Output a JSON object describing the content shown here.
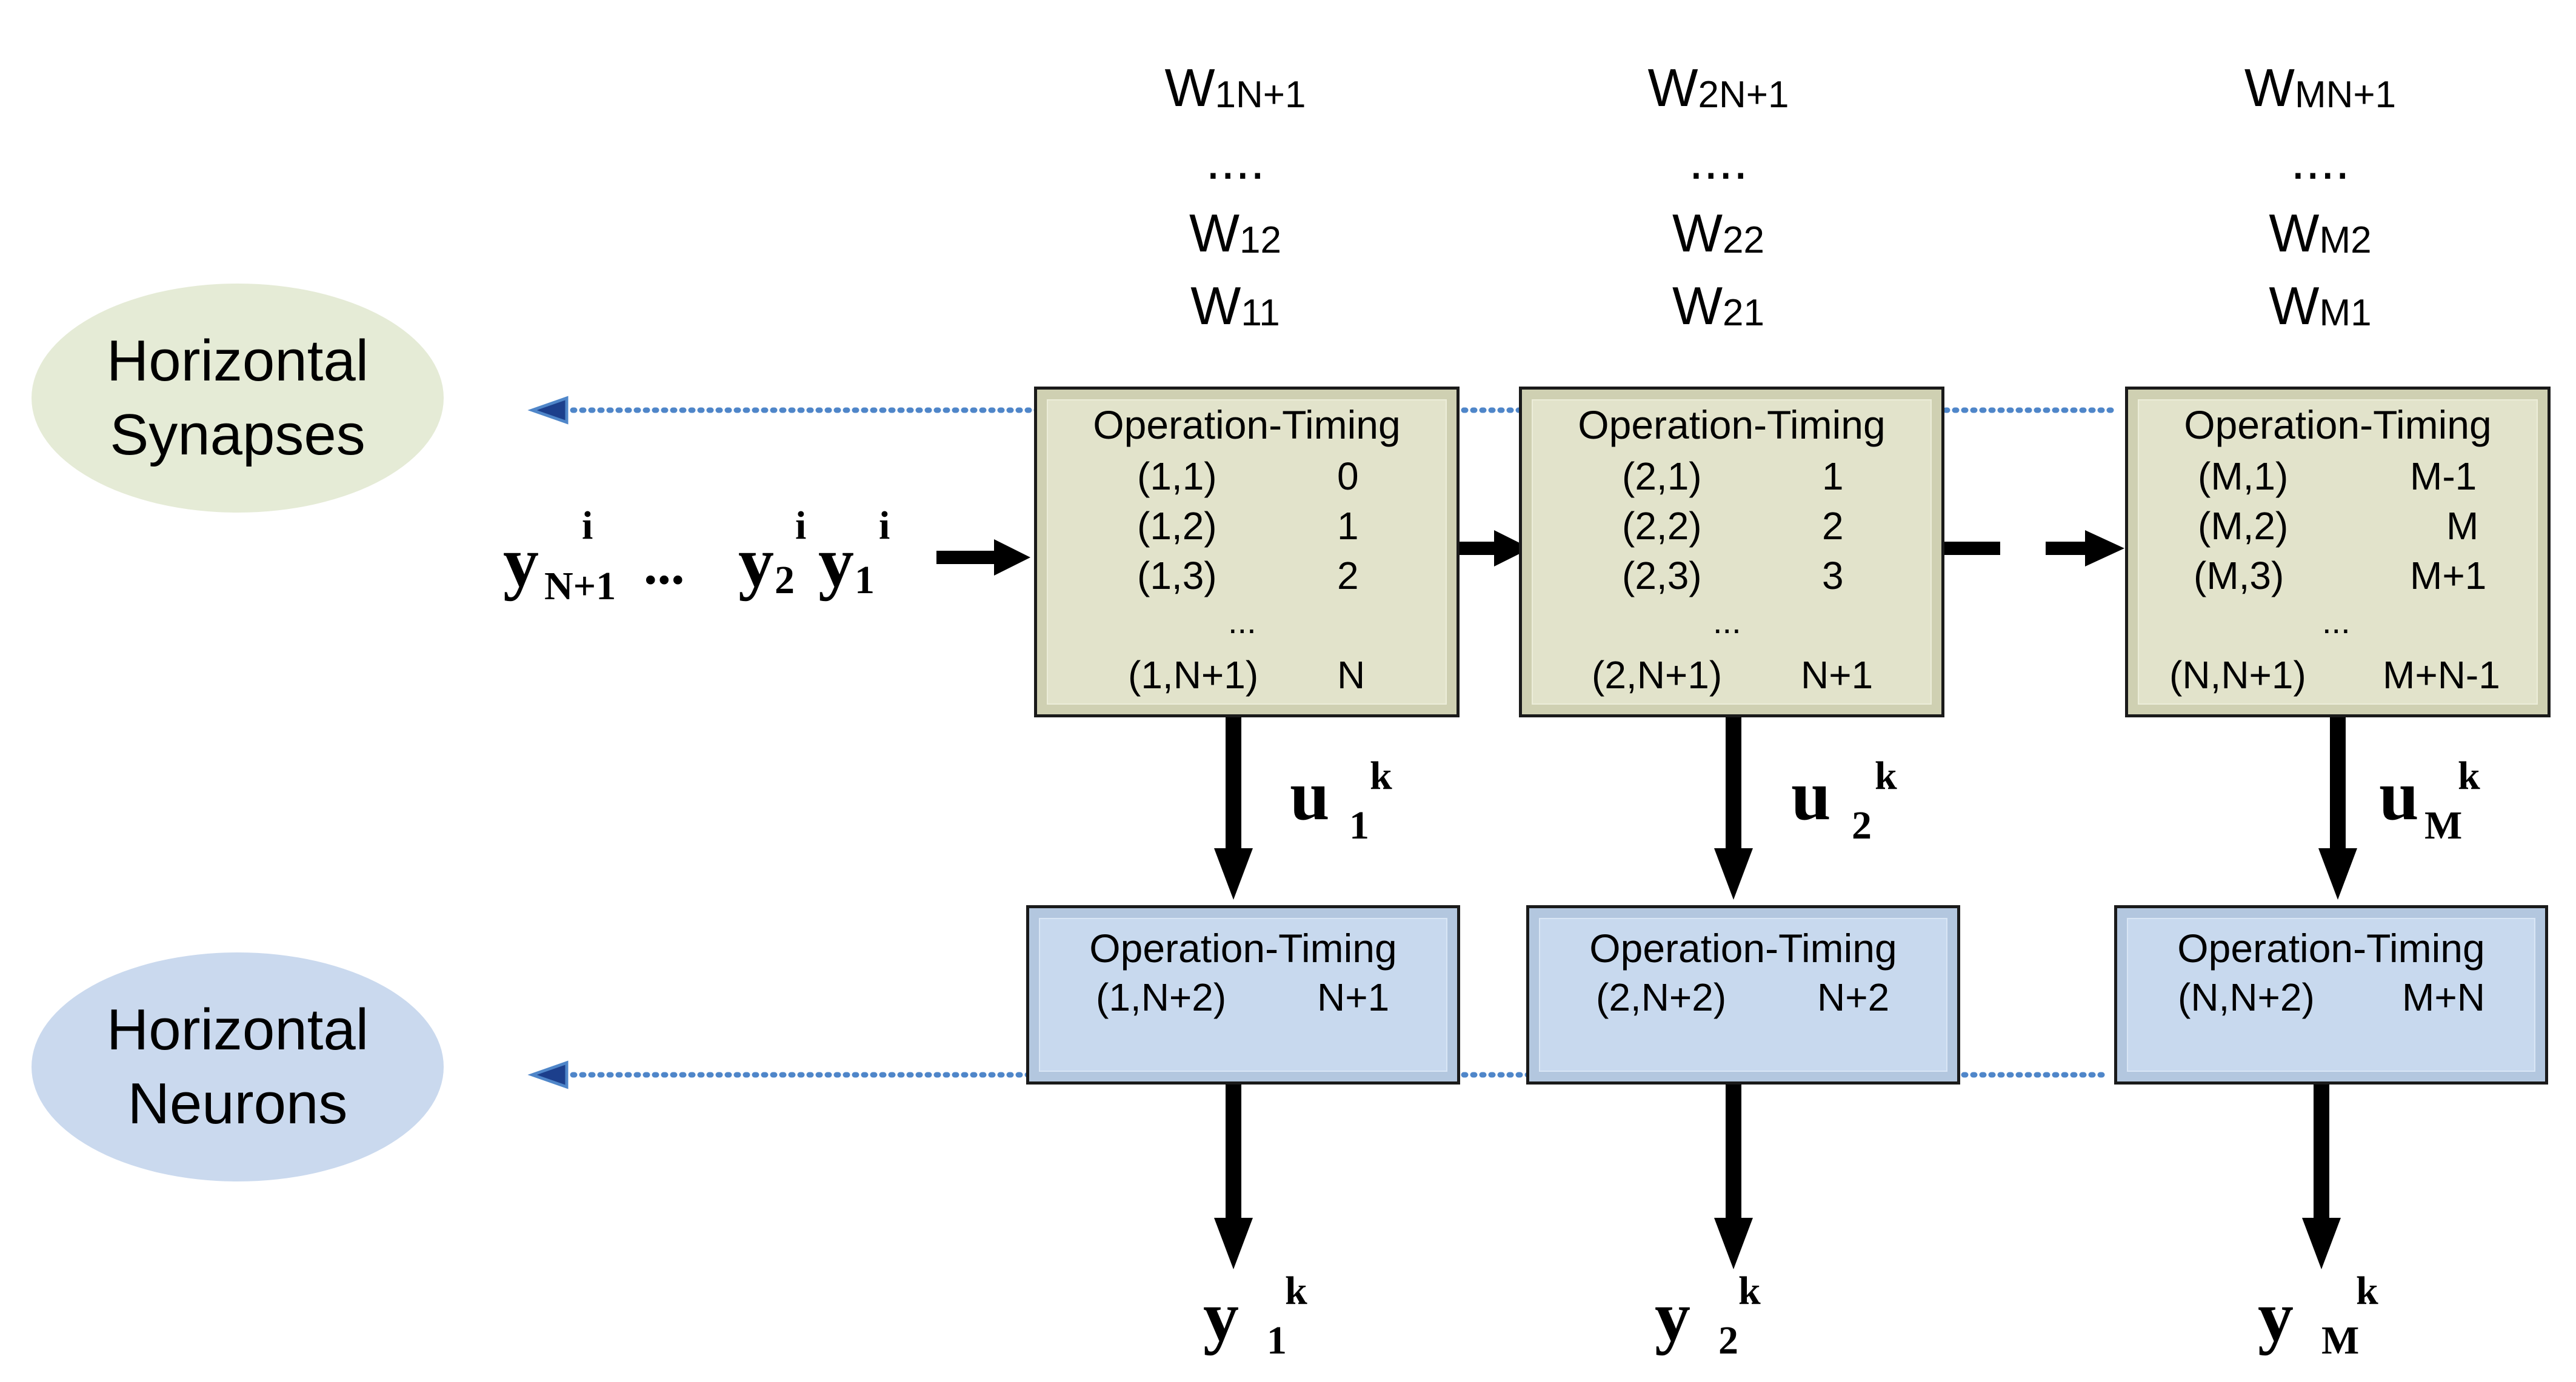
{
  "weights": [
    {
      "top": {
        "base": "W",
        "sub": "1N+1"
      },
      "dots": "....",
      "mid": {
        "base": "W",
        "sub": "12"
      },
      "bot": {
        "base": "W",
        "sub": "11"
      }
    },
    {
      "top": {
        "base": "W",
        "sub": "2N+1"
      },
      "dots": "....",
      "mid": {
        "base": "W",
        "sub": "22"
      },
      "bot": {
        "base": "W",
        "sub": "21"
      }
    },
    {
      "top": {
        "base": "W",
        "sub": "MN+1"
      },
      "dots": "....",
      "mid": {
        "base": "W",
        "sub": "M2"
      },
      "bot": {
        "base": "W",
        "sub": "M1"
      }
    }
  ],
  "labels": {
    "synapses_line1": "Horizontal",
    "synapses_line2": "Synapses",
    "neurons_line1": "Horizontal",
    "neurons_line2": "Neurons"
  },
  "input": {
    "y_base": "y",
    "y_sub_n1": "N+1",
    "sup_i": "i",
    "ellipsis": "...",
    "y_sub_2": "2",
    "y_sub_1": "1"
  },
  "synapse_boxes": [
    {
      "header": "Operation-Timing",
      "rows": [
        [
          "(1,1)",
          "0"
        ],
        [
          "(1,2)",
          "1"
        ],
        [
          "(1,3)",
          "2"
        ]
      ],
      "dots": "...",
      "last": [
        "(1,N+1)",
        "N"
      ]
    },
    {
      "header": "Operation-Timing",
      "rows": [
        [
          "(2,1)",
          "1"
        ],
        [
          "(2,2)",
          "2"
        ],
        [
          "(2,3)",
          "3"
        ]
      ],
      "dots": "...",
      "last": [
        "(2,N+1)",
        "N+1"
      ]
    },
    {
      "header": "Operation-Timing",
      "rows": [
        [
          "(M,1)",
          "M-1"
        ],
        [
          "(M,2)",
          "M"
        ],
        [
          "(M,3)",
          "M+1"
        ]
      ],
      "dots": "...",
      "last": [
        "(N,N+1)",
        "M+N-1"
      ]
    }
  ],
  "neuron_boxes": [
    {
      "header": "Operation-Timing",
      "row": [
        "(1,N+2)",
        "N+1"
      ]
    },
    {
      "header": "Operation-Timing",
      "row": [
        "(2,N+2)",
        "N+2"
      ]
    },
    {
      "header": "Operation-Timing",
      "row": [
        "(N,N+2)",
        "M+N"
      ]
    }
  ],
  "u_labels": [
    {
      "base": "u",
      "sub": "1",
      "sup": "k"
    },
    {
      "base": "u",
      "sub": "2",
      "sup": "k"
    },
    {
      "base": "u",
      "sub": "M",
      "sup": "k"
    }
  ],
  "y_outputs": [
    {
      "base": "y",
      "sub": "1",
      "sup": "k"
    },
    {
      "base": "y",
      "sub": "2",
      "sup": "k"
    },
    {
      "base": "y",
      "sub": "M",
      "sup": "k"
    }
  ],
  "colors": {
    "synapse_fill": "#e2e3cb",
    "neuron_fill": "#c8d9ee",
    "synapse_ellipse": "#e5ebd6",
    "neuron_ellipse": "#cad9ee",
    "dotted_line": "#4f86c9",
    "arrow": "#000000"
  }
}
